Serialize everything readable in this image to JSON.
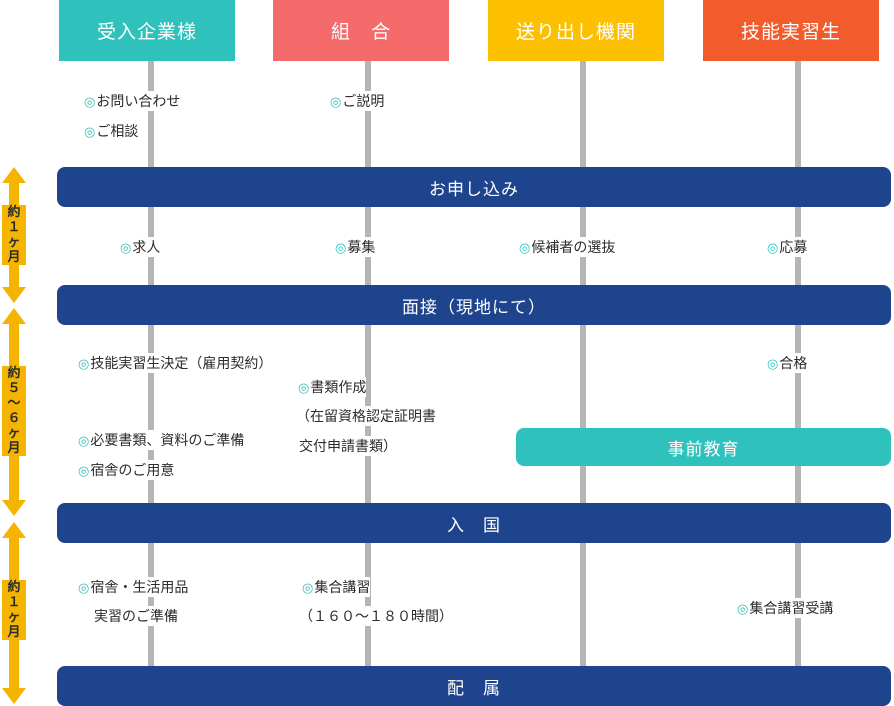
{
  "columns": [
    {
      "label": "受入企業様",
      "color": "#2fc2bd"
    },
    {
      "label": "組　合",
      "color": "#f56b6b"
    },
    {
      "label": "送り出し機関",
      "color": "#fcc000"
    },
    {
      "label": "技能実習生",
      "color": "#f25b2b"
    }
  ],
  "stages": [
    "お申し込み",
    "面接（現地にて）",
    "入　国",
    "配　属"
  ],
  "pre_education": "事前教育",
  "marker": "◎",
  "items": {
    "s0_company_1": "お問い合わせ",
    "s0_company_2": "ご相談",
    "s0_union_1": "ご説明",
    "s1_company_1": "求人",
    "s1_union_1": "募集",
    "s1_agency_1": "候補者の選抜",
    "s1_trainee_1": "応募",
    "s2_company_1": "技能実習生決定（雇用契約）",
    "s2_company_2": "必要書類、資料のご準備",
    "s2_company_3": "宿舎のご用意",
    "s2_union_1": "書類作成",
    "s2_union_2": "（在留資格認定証明書",
    "s2_union_3": "交付申請書類）",
    "s2_trainee_1": "合格",
    "s3_company_1": "宿舎・生活用品",
    "s3_company_2": "実習のご準備",
    "s3_union_1": "集合講習",
    "s3_union_2": "（１６０～１８０時間）",
    "s3_trainee_1": "集合講習受講"
  },
  "durations": [
    "約\n１\nヶ\n月",
    "約\n５\n～\n６\nヶ\n月",
    "約\n１\nヶ\n月"
  ]
}
